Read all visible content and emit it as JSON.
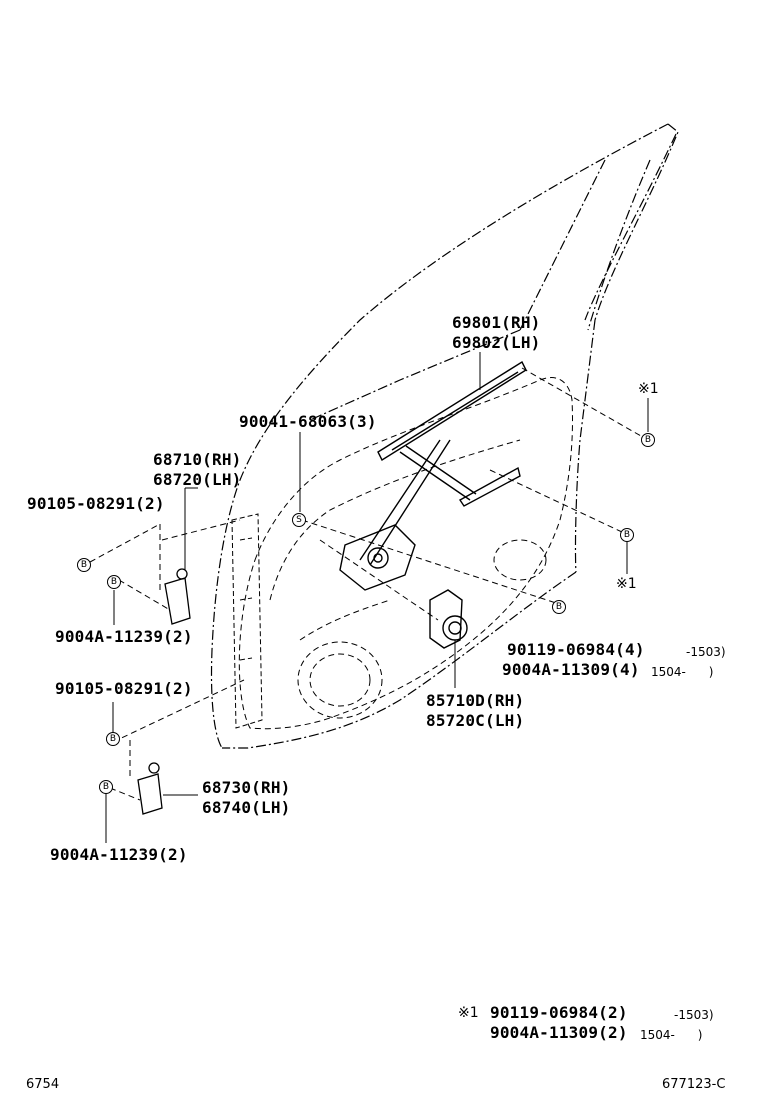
{
  "parts": {
    "regulator_rh": "69801(RH)",
    "regulator_lh": "69802(LH)",
    "bolt_top": "90041-68063(3)",
    "hinge_upper_rh": "68710(RH)",
    "hinge_upper_lh": "68720(LH)",
    "bolt_upper_a": "90105-08291(2)",
    "bolt_upper_b": "9004A-11239(2)",
    "bolt_lower_a": "90105-08291(2)",
    "hinge_lower_rh": "68730(RH)",
    "hinge_lower_lh": "68740(LH)",
    "bolt_lower_b": "9004A-11239(2)",
    "motor_rh": "85710D(RH)",
    "motor_lh": "85720C(LH)",
    "bolt_motor_a": "90119-06984(4)",
    "bolt_motor_a_date": "-1503)",
    "bolt_motor_b": "9004A-11309(4)",
    "bolt_motor_b_date": "1504-      )"
  },
  "callouts": {
    "ref_mark_top": "※1",
    "ref_mark_bottom": "※1",
    "b_symbol": "B",
    "s_symbol": "S"
  },
  "footnote": {
    "mark": "※1",
    "line1_part": "90119-06984(2)",
    "line1_date": "-1503)",
    "line2_part": "9004A-11309(2)",
    "line2_date": "1504-      )"
  },
  "footer": {
    "left_code": "6754",
    "right_code": "677123-C"
  }
}
